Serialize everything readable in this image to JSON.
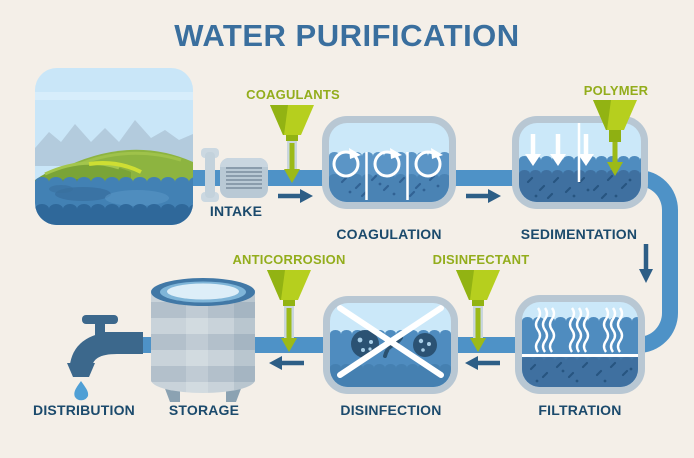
{
  "title": "WATER PURIFICATION",
  "flow_order": [
    "INTAKE",
    "COAGULATION",
    "SEDIMENTATION",
    "FILTRATION",
    "DISINFECTION",
    "STORAGE",
    "DISTRIBUTION"
  ],
  "stages": {
    "intake": {
      "label": "INTAKE"
    },
    "coagulation": {
      "label": "COAGULATION",
      "additive": "COAGULANTS"
    },
    "sedimentation": {
      "label": "SEDIMENTATION",
      "additive": "POLYMER"
    },
    "filtration": {
      "label": "FILTRATION"
    },
    "disinfection": {
      "label": "DISINFECTION",
      "additive": "DISINFECTANT"
    },
    "storage": {
      "label": "STORAGE",
      "additive": "ANTICORROSION"
    },
    "distribution": {
      "label": "DISTRIBUTION"
    }
  },
  "colors": {
    "background": "#f4efe8",
    "title_blue": "#3a6f9e",
    "stage_label_navy": "#1b4a6c",
    "chemical_green": "#93ad1c",
    "pipe_blue": "#4e92c7",
    "flow_arrow_navy": "#2d5e86",
    "funnel_green_light": "#b6cf1e",
    "funnel_green_dark": "#92b313",
    "tank_casing_gray": "#b8c7d3",
    "tank_inner_light_blue": "#cbe8f9",
    "water_blue": "#4f8cbf",
    "sludge_blue": "#3f70a0",
    "drop_blue": "#4f9fd5"
  }
}
